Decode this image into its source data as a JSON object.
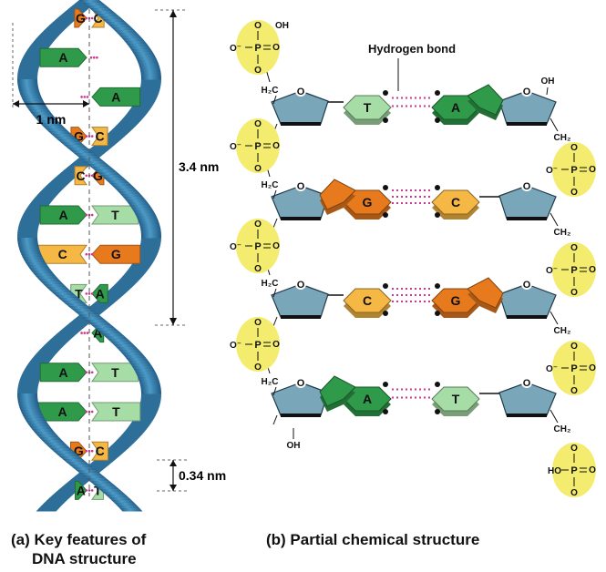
{
  "colors": {
    "backbone": "#3a7fa8",
    "backbone_light": "#7fc0dd",
    "phosphate": "#f4ec6e",
    "sugar": "#7aa6b9",
    "G": "#e87a1e",
    "C": "#f5b844",
    "A": "#2f9a4a",
    "T": "#a6dca6",
    "hbond": "#d0368e"
  },
  "labels": {
    "one_nm": "1 nm",
    "pitch": "3.4 nm",
    "rise": "0.34 nm",
    "hydrogen_bond": "Hydrogen bond",
    "caption_a_line1": "(a) Key features of",
    "caption_a_line2": "DNA structure",
    "caption_b": "(b) Partial chemical structure"
  },
  "helix": {
    "pairs": [
      {
        "left": "G",
        "right": "C"
      },
      {
        "left": "A",
        "right": ""
      },
      {
        "left": "",
        "right": "A"
      },
      {
        "left": "G",
        "right": "C"
      },
      {
        "left": "C",
        "right": "G"
      },
      {
        "left": "A",
        "right": "T"
      },
      {
        "left": "C",
        "right": "G"
      },
      {
        "left": "T",
        "right": "A"
      },
      {
        "left": "",
        "right": "A"
      },
      {
        "left": "A",
        "right": "T"
      },
      {
        "left": "A",
        "right": "T"
      },
      {
        "left": "G",
        "right": "C"
      },
      {
        "left": "A",
        "right": "T"
      }
    ]
  },
  "chem": {
    "phosphate": {
      "P": "P",
      "O": "O",
      "OH": "OH",
      "O_minus": "O⁻",
      "HO": "HO"
    },
    "sugar": {
      "H2C": "H₂C",
      "CH2": "CH₂",
      "O": "O",
      "OH": "OH"
    },
    "rows": [
      {
        "left": "T",
        "right": "A"
      },
      {
        "left": "G",
        "right": "C"
      },
      {
        "left": "C",
        "right": "G"
      },
      {
        "left": "A",
        "right": "T"
      }
    ]
  }
}
